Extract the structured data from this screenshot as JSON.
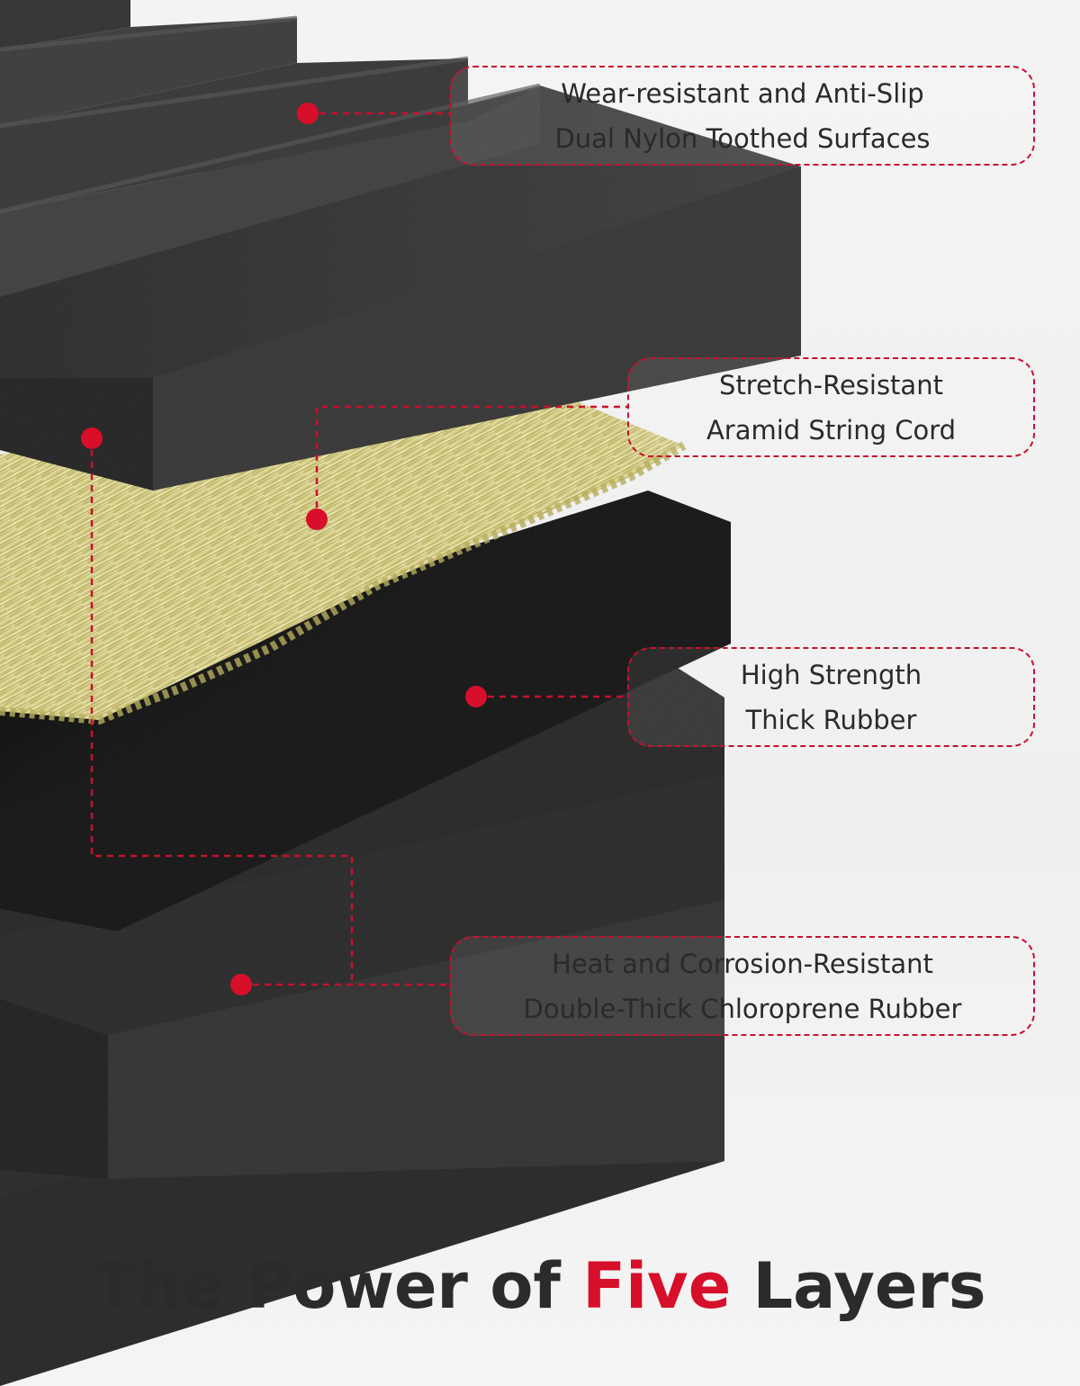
{
  "callouts": [
    {
      "line1": "Wear-resistant and Anti-Slip",
      "line2": "Dual Nylon Toothed Surfaces"
    },
    {
      "line1": "Stretch-Resistant",
      "line2": "Aramid String Cord"
    },
    {
      "line1": "High Strength",
      "line2": "Thick Rubber"
    },
    {
      "line1": "Heat and Corrosion-Resistant",
      "line2": "Double-Thick Chloroprene Rubber"
    }
  ],
  "headline": {
    "part1": "The Power of ",
    "accent": "Five",
    "part2": " Layers"
  },
  "colors": {
    "accent": "#d70f2a",
    "rubber": "#2e2e2e",
    "aramid": "#d9d49a"
  }
}
